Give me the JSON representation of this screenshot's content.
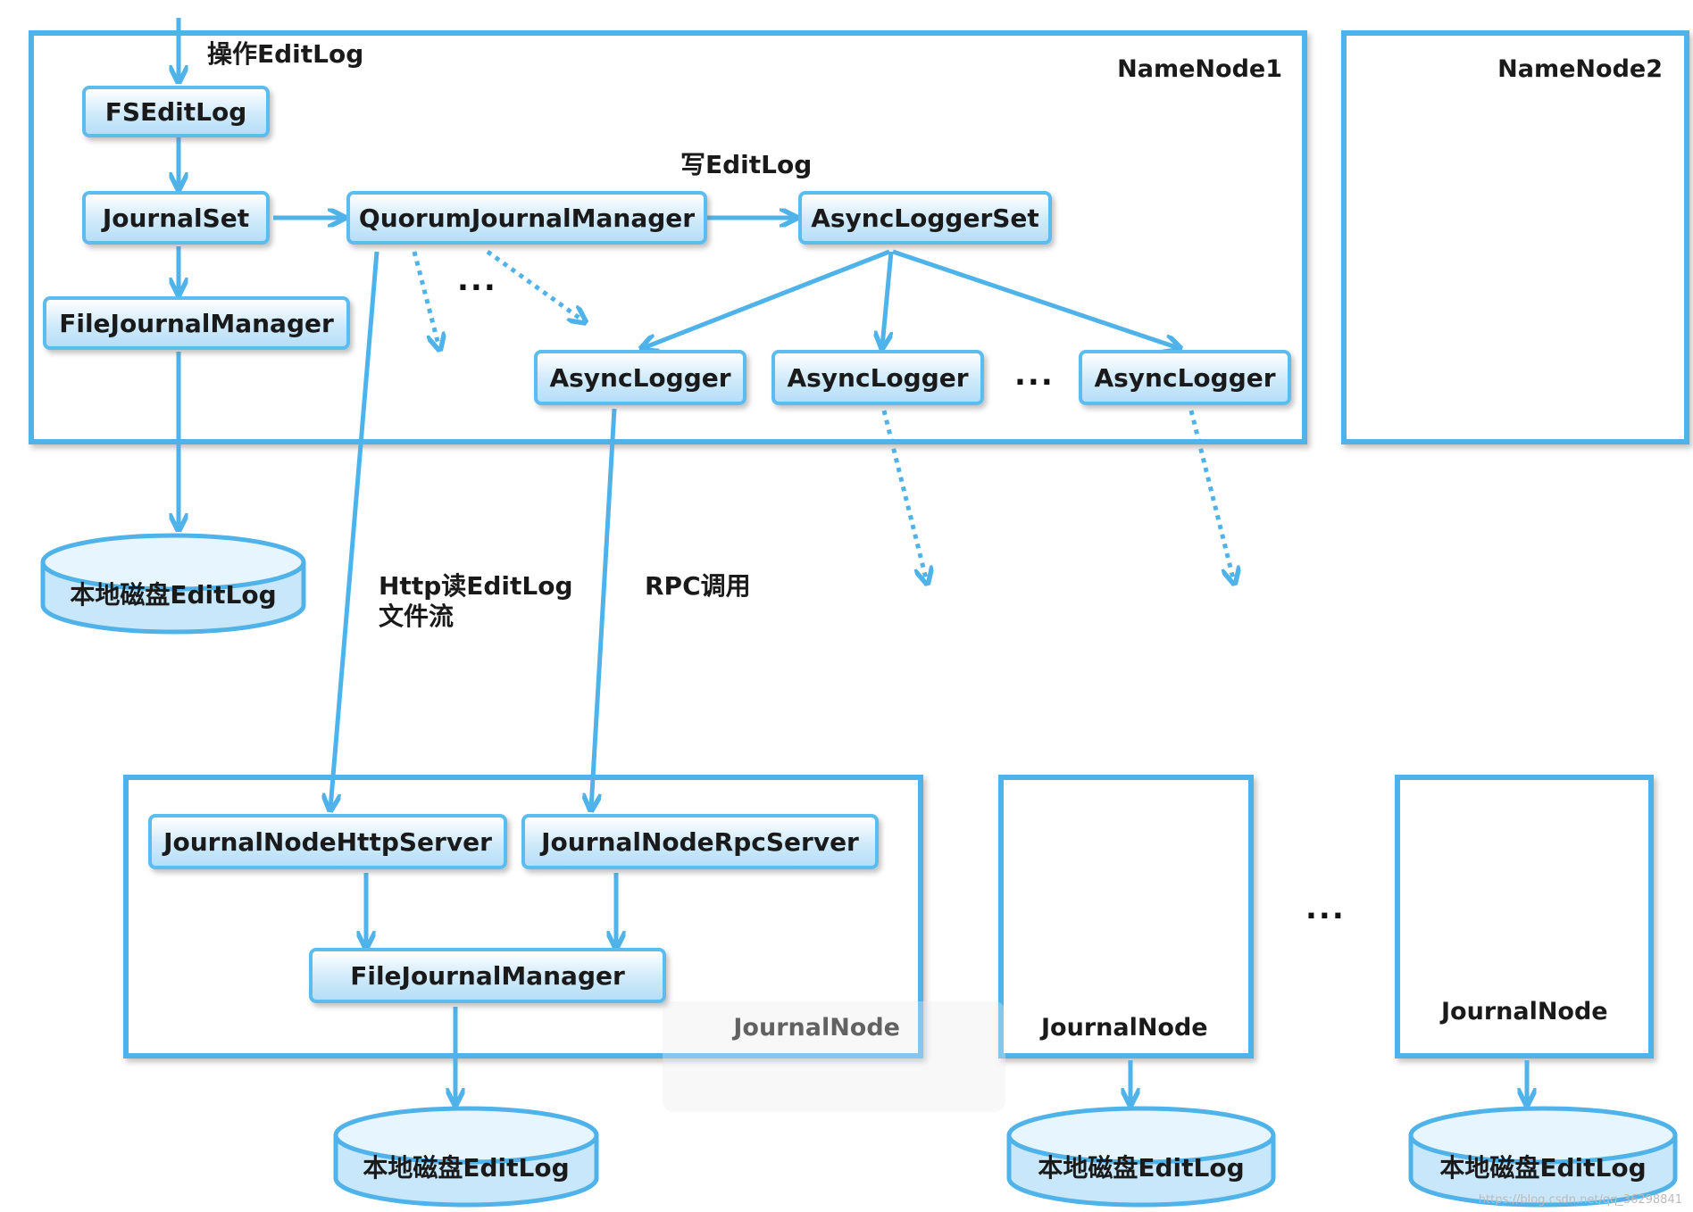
{
  "containers": {
    "namenode1": "NameNode1",
    "namenode2": "NameNode2",
    "journalnode_main": "JournalNode",
    "journalnode_2": "JournalNode",
    "journalnode_3": "JournalNode"
  },
  "nodes": {
    "fseditlog": "FSEditLog",
    "journalset": "JournalSet",
    "filejournalmanager_nn": "FileJournalManager",
    "quorumjournalmanager": "QuorumJournalManager",
    "asyncloggerset": "AsyncLoggerSet",
    "asynclogger_1": "AsyncLogger",
    "asynclogger_2": "AsyncLogger",
    "asynclogger_3": "AsyncLogger",
    "journalnode_http_server": "JournalNodeHttpServer",
    "journalnode_rpc_server": "JournalNodeRpcServer",
    "filejournalmanager_jn": "FileJournalManager"
  },
  "labels": {
    "operate_editlog": "操作EditLog",
    "write_editlog": "写EditLog",
    "http_read_line1": "Http读EditLog",
    "http_read_line2": "文件流",
    "rpc_call": "RPC调用",
    "ellipsis": "..."
  },
  "disks": {
    "disk_nn": "本地磁盘EditLog",
    "disk_jn1": "本地磁盘EditLog",
    "disk_jn2": "本地磁盘EditLog",
    "disk_jn3": "本地磁盘EditLog"
  },
  "watermark": "https://blog.csdn.net/qq_36298841",
  "colors": {
    "line": "#4fb3ea",
    "node_fill": "#cfeafb",
    "node_border": "#5bbcf0"
  }
}
